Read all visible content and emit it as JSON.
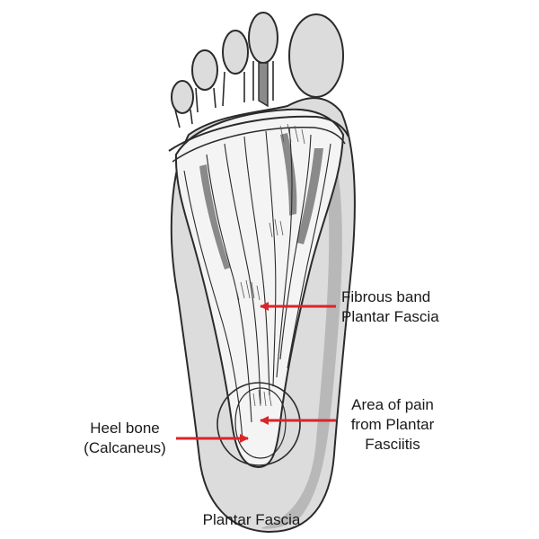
{
  "labels": {
    "fibrous_band": {
      "line1": "Fibrous band",
      "line2": "Plantar Fascia"
    },
    "area_of_pain": {
      "line1": "Area of pain",
      "line2": "from Plantar",
      "line3": "Fasciitis"
    },
    "heel_bone": {
      "line1": "Heel bone",
      "line2": "(Calcaneus)"
    },
    "caption": "Plantar Fascia"
  },
  "colors": {
    "arrow": "#d9252b",
    "outline": "#2b2b2b",
    "foot_fill": "#dcdcdc",
    "fascia_fill": "#f4f4f4",
    "shadow": "#9a9a9a"
  }
}
